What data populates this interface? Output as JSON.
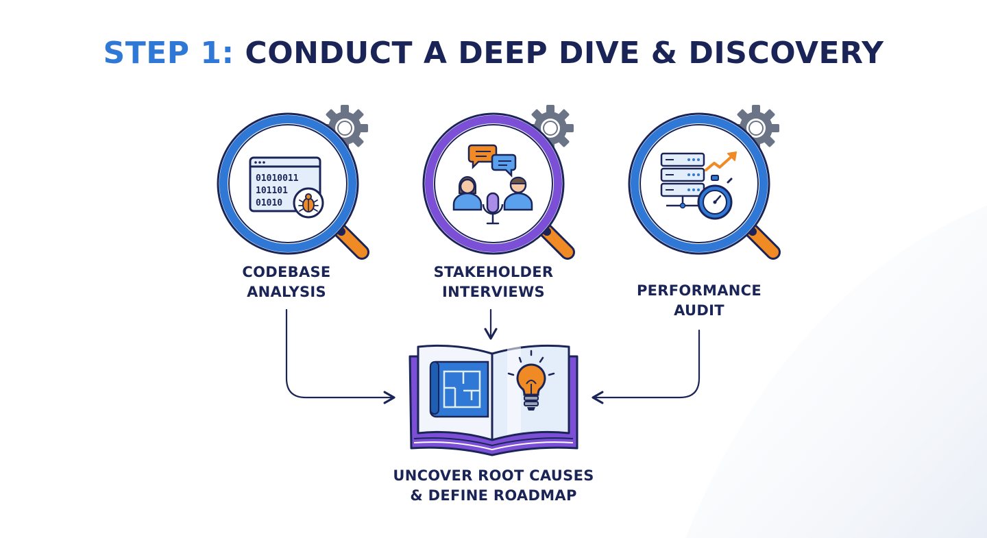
{
  "title": {
    "step": "STEP 1:",
    "text": "CONDUCT A DEEP DIVE & DISCOVERY"
  },
  "inputs": [
    {
      "line1": "CODEBASE",
      "line2": "ANALYSIS",
      "icon": "code-bug-icon"
    },
    {
      "line1": "STAKEHOLDER",
      "line2": "INTERVIEWS",
      "icon": "interview-icon"
    },
    {
      "line1": "PERFORMANCE",
      "line2": "AUDIT",
      "icon": "server-stopwatch-icon"
    }
  ],
  "code_lines": [
    "01010011",
    "101101",
    "01010"
  ],
  "outcome": {
    "line1": "UNCOVER ROOT CAUSES",
    "line2": "& DEFINE ROADMAP",
    "icon": "open-book-icon"
  },
  "colors": {
    "navy": "#1a2456",
    "blue": "#2f78d6",
    "purple": "#7b4fd6",
    "orange": "#f08a24",
    "gear": "#6b7486",
    "light_blue": "#e4eefb"
  }
}
